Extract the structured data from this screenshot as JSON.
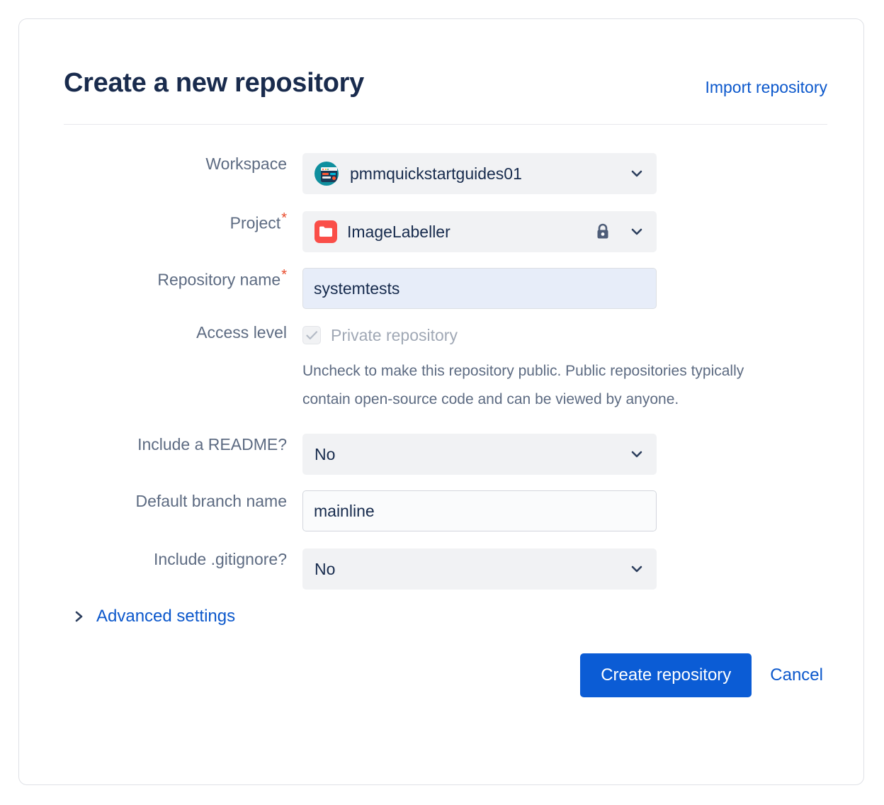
{
  "card": {
    "title": "Create a new repository",
    "import_link": "Import repository"
  },
  "form": {
    "workspace": {
      "label": "Workspace",
      "value": "pmmquickstartguides01",
      "avatar_icon": "workspace-avatar-icon",
      "chevron_icon": "chevron-down-icon"
    },
    "project": {
      "label": "Project",
      "required_marker": "*",
      "value": "ImageLabeller",
      "project_icon": "folder-icon",
      "lock_icon": "lock-icon",
      "chevron_icon": "chevron-down-icon"
    },
    "repository_name": {
      "label": "Repository name",
      "required_marker": "*",
      "value": "systemtests",
      "placeholder": ""
    },
    "access_level": {
      "label": "Access level",
      "checkbox_label": "Private repository",
      "checked": true,
      "disabled": true,
      "check_icon": "check-icon",
      "help_text": "Uncheck to make this repository public. Public repositories typically contain open-source code and can be viewed by anyone."
    },
    "include_readme": {
      "label": "Include a README?",
      "value": "No",
      "chevron_icon": "chevron-down-icon"
    },
    "default_branch": {
      "label": "Default branch name",
      "value": "mainline",
      "placeholder": ""
    },
    "include_gitignore": {
      "label": "Include .gitignore?",
      "value": "No",
      "chevron_icon": "chevron-down-icon"
    },
    "advanced_settings": {
      "label": "Advanced settings",
      "chevron_icon": "chevron-right-icon",
      "expanded": false
    }
  },
  "footer": {
    "submit_label": "Create repository",
    "cancel_label": "Cancel"
  },
  "colors": {
    "primary_button": "#0b5cd5",
    "link": "#0c58cc",
    "title": "#192b4d",
    "label": "#5d6b82",
    "required": "#e8492a",
    "project_icon": "#fa4e48",
    "workspace_avatar": "#0f8f9e",
    "field_bg": "#f1f2f4",
    "focused_field_bg": "#e7edf9"
  }
}
